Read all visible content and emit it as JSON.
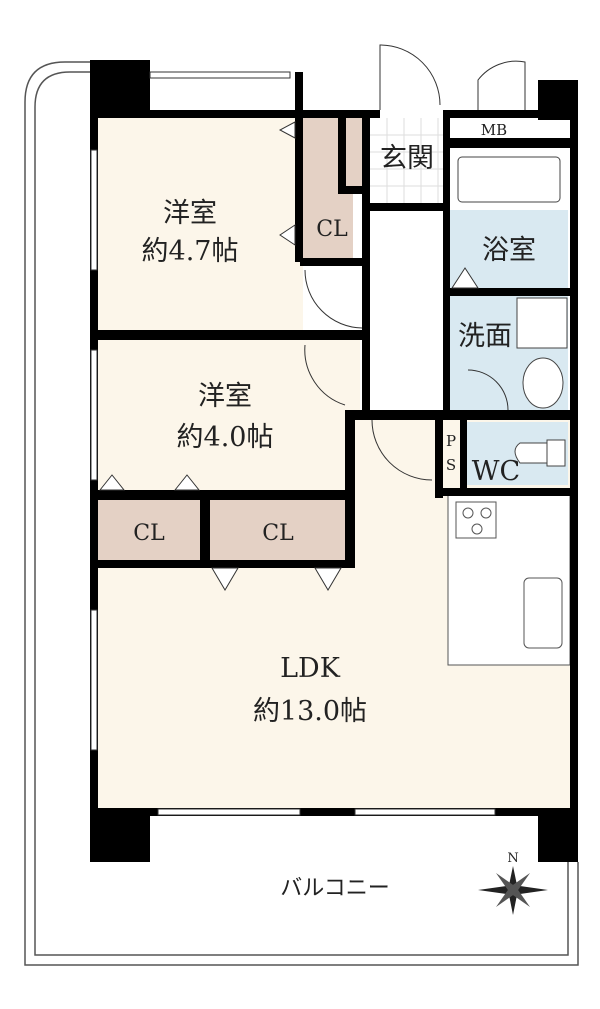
{
  "rooms": {
    "western1": {
      "name": "洋室",
      "size": "約4.7帖"
    },
    "western2": {
      "name": "洋室",
      "size": "約4.0帖"
    },
    "ldk": {
      "name": "LDK",
      "size": "約13.0帖"
    },
    "closet1": "CL",
    "closet2": "CL",
    "closet3": "CL",
    "entrance": "玄関",
    "meter_box": "MB",
    "bathroom": "浴室",
    "washroom": "洗面",
    "toilet": "WC",
    "pipe_space_p": "P",
    "pipe_space_s": "S",
    "balcony": "バルコニー"
  },
  "compass": {
    "north_label": "N"
  },
  "colors": {
    "room": "#fcf6ea",
    "closet": "#e4d1c5",
    "wet": "#d9e9f1",
    "wall": "#000000"
  }
}
